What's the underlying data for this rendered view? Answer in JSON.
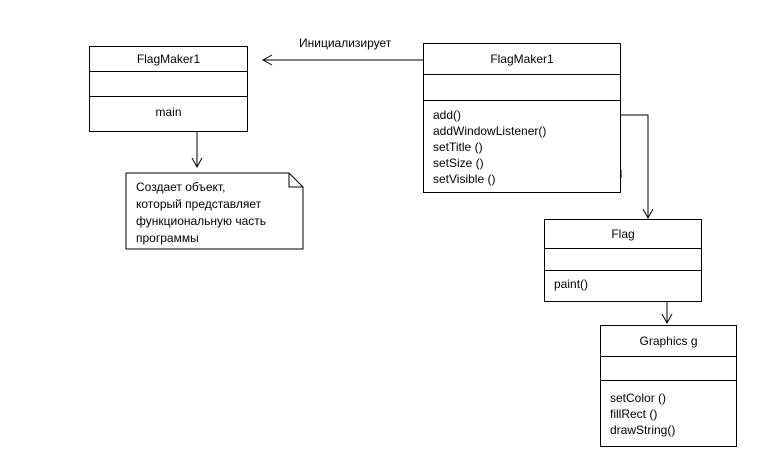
{
  "diagram": {
    "class_left": {
      "name": "FlagMaker1",
      "methods": [
        "main"
      ]
    },
    "class_main": {
      "name": "FlagMaker1",
      "methods": [
        "add()",
        "addWindowListener()",
        "setTitle ()",
        "setSize ()",
        "setVisible ()"
      ]
    },
    "class_flag": {
      "name": "Flag",
      "methods": [
        "paint()"
      ]
    },
    "class_graphics": {
      "name": "Graphics g",
      "methods": [
        "setColor ()",
        "fillRect ()",
        "drawString()"
      ]
    },
    "note": {
      "lines": [
        "Создает объект,",
        "который представляет",
        "функциональную часть",
        "программы"
      ]
    },
    "edge_label": "Инициализирует"
  }
}
